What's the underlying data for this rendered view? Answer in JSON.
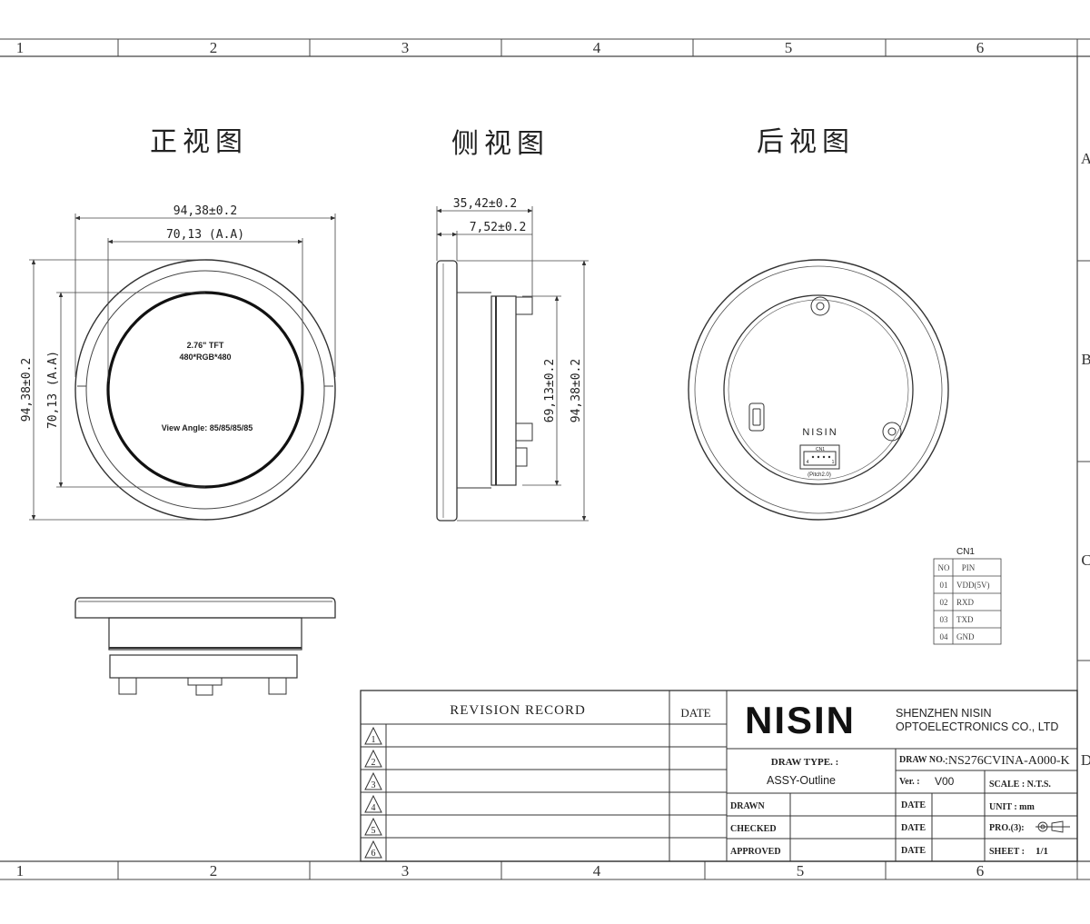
{
  "frame": {
    "top_columns": [
      "1",
      "2",
      "3",
      "4",
      "5",
      "6"
    ],
    "bottom_columns": [
      "1",
      "2",
      "3",
      "4",
      "5",
      "6"
    ],
    "right_rows": [
      "A",
      "B",
      "C",
      "D"
    ]
  },
  "views": {
    "front": {
      "title": "正视图",
      "outer_width": "94,38±0.2",
      "aa_width": "70,13 (A.A)",
      "outer_height": "94,38±0.2",
      "aa_height": "70,13 (A.A)",
      "panel_line1": "2.76\" TFT",
      "panel_line2": "480*RGB*480",
      "view_angle": "View Angle: 85/85/85/85"
    },
    "side": {
      "title": "侧视图",
      "depth": "35,42±0.2",
      "bezel": "7,52±0.2",
      "inner_height": "69,13±0.2",
      "outer_height": "94,38±0.2"
    },
    "back": {
      "title": "后视图",
      "brand": "NISIN",
      "connector_label": "CN1",
      "pin_left": "4",
      "pin_right": "1",
      "pitch": "(Pitch2.0)"
    }
  },
  "cn1_table": {
    "title": "CN1",
    "headers": [
      "NO",
      "PIN"
    ],
    "rows": [
      {
        "no": "01",
        "pin": "VDD(5V)"
      },
      {
        "no": "02",
        "pin": "RXD"
      },
      {
        "no": "03",
        "pin": "TXD"
      },
      {
        "no": "04",
        "pin": "GND"
      }
    ]
  },
  "title_block": {
    "revision_header": "REVISION RECORD",
    "date_header": "DATE",
    "revisions": [
      "1",
      "2",
      "3",
      "4",
      "5",
      "6"
    ],
    "logo": "NISIN",
    "company_line1": "SHENZHEN NISIN",
    "company_line2": "OPTOELECTRONICS CO., LTD",
    "draw_type_label": "DRAW TYPE. :",
    "draw_type_value": "ASSY-Outline",
    "draw_no_label": "DRAW NO.",
    "draw_no_value": ":NS276CVINA-A000-K",
    "ver_label": "Ver. :",
    "ver_value": "V00",
    "scale_label": "SCALE : N.T.S.",
    "unit_label": "UNIT : mm",
    "pro_label": "PRO.(3):",
    "sheet_label": "SHEET :",
    "sheet_value": "1/1",
    "drawn_label": "DRAWN",
    "checked_label": "CHECKED",
    "approved_label": "APPROVED",
    "date_label": "DATE"
  }
}
